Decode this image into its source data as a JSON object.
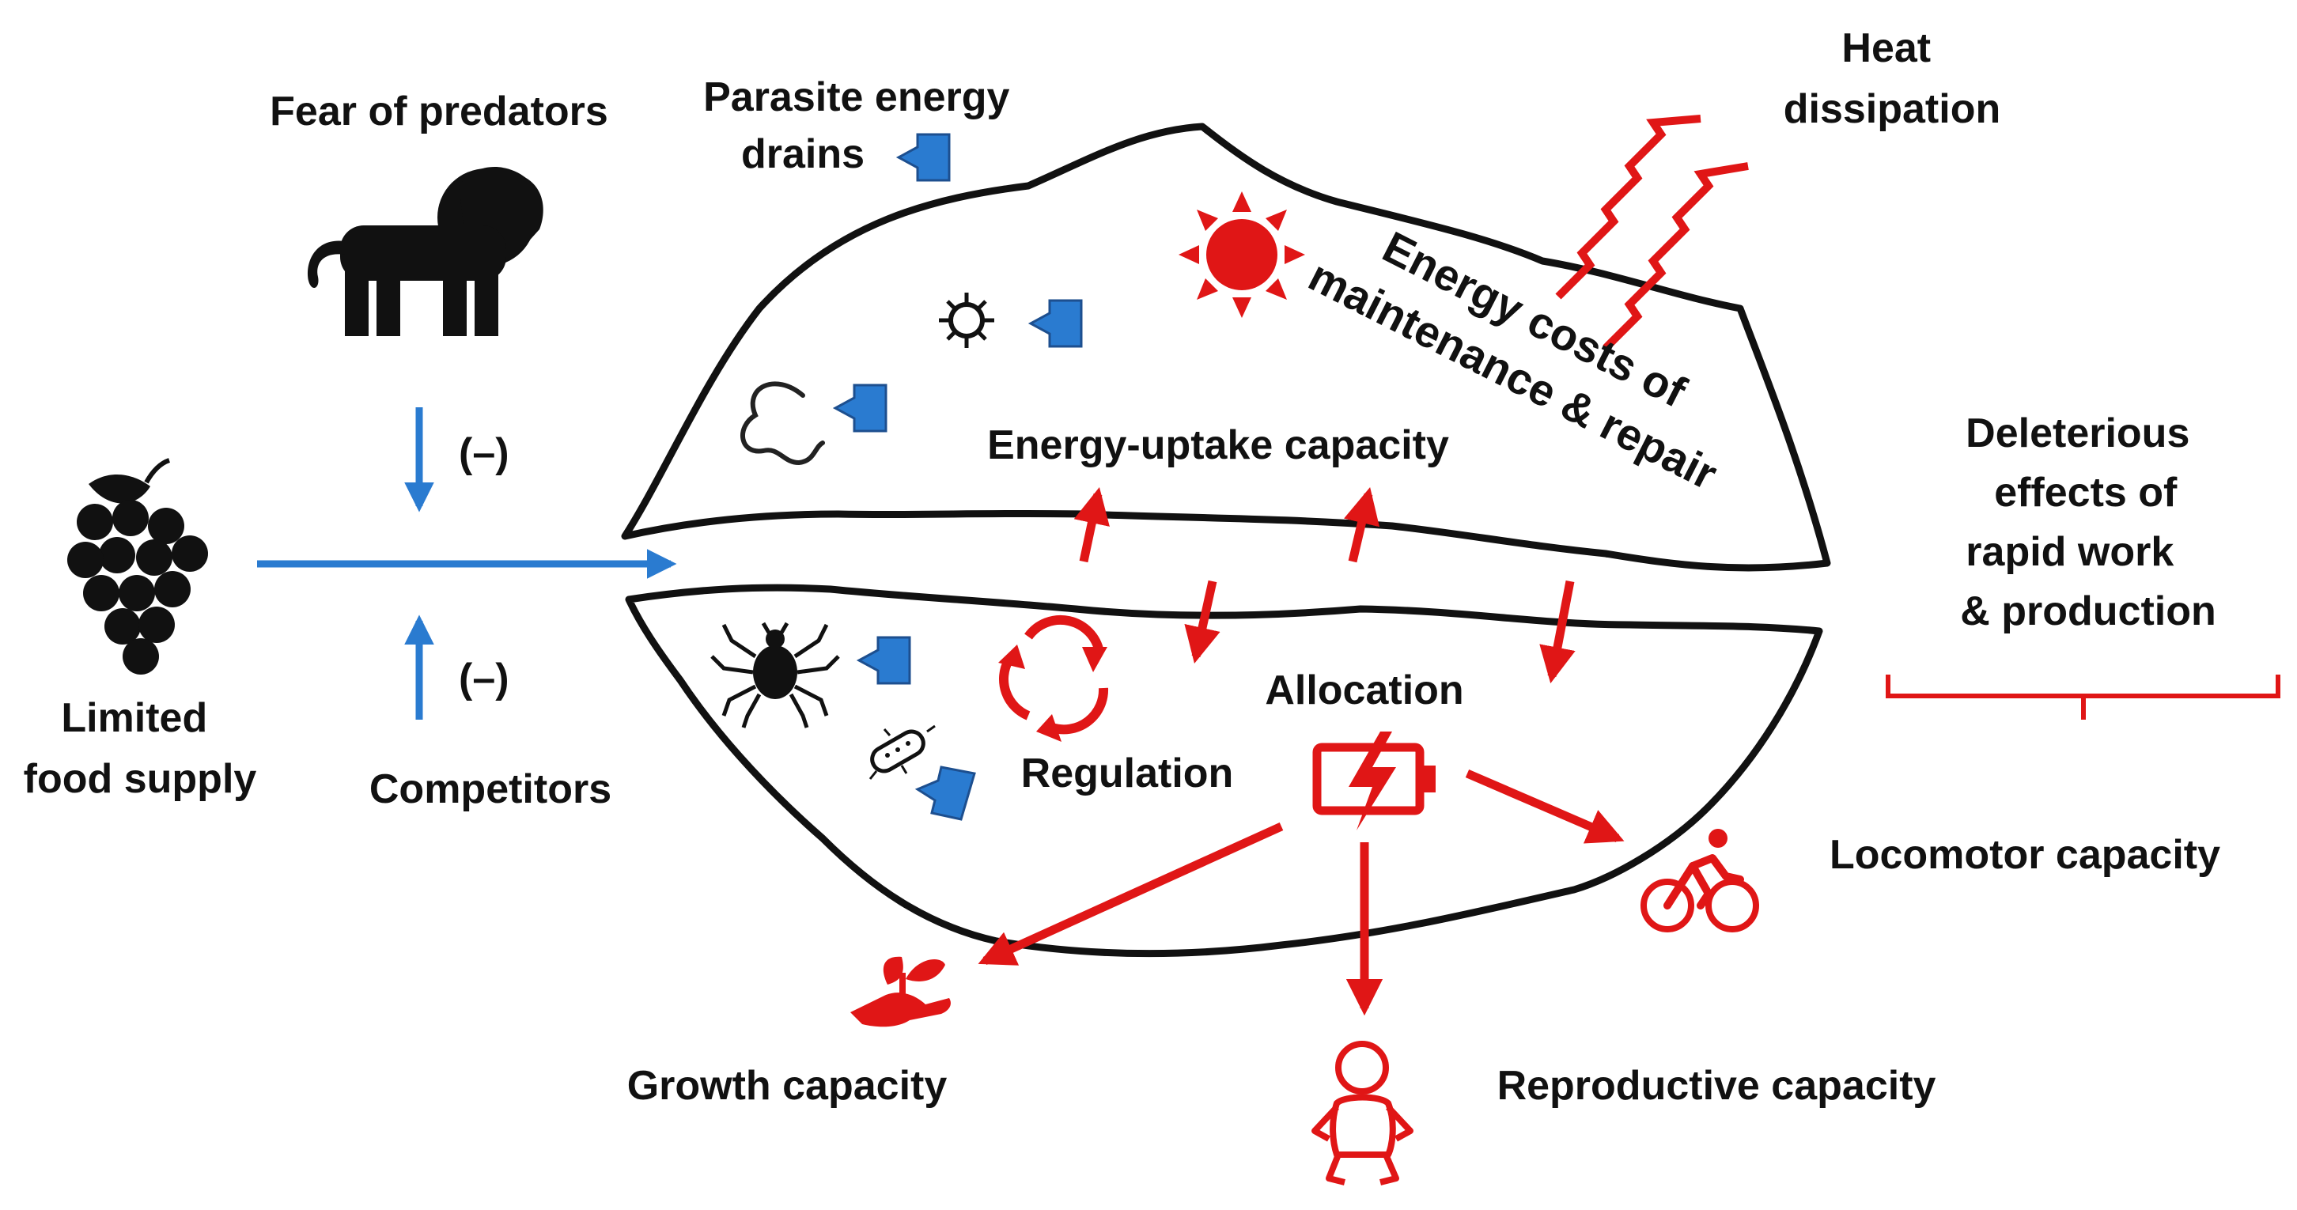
{
  "labels": {
    "fear_of_predators": "Fear of predators",
    "parasite_energy_drains": [
      "Parasite energy",
      "drains"
    ],
    "heat_dissipation": [
      "Heat",
      "dissipation"
    ],
    "energy_costs": [
      "Energy costs of",
      "maintenance & repair"
    ],
    "energy_uptake": "Energy-uptake capacity",
    "negative_sign_top": "(–)",
    "negative_sign_bottom": "(–)",
    "limited_food_supply": [
      "Limited",
      "food supply"
    ],
    "competitors": "Competitors",
    "regulation": "Regulation",
    "allocation": "Allocation",
    "deleterious_effects": [
      "Deleterious",
      "effects of",
      "rapid work",
      "& production"
    ],
    "locomotor_capacity": "Locomotor capacity",
    "growth_capacity": "Growth capacity",
    "reproductive_capacity": "Reproductive capacity"
  },
  "colors": {
    "blue": "#2a7bd0",
    "red": "#e01616",
    "black": "#111111"
  },
  "icons": [
    "lion-icon",
    "grapes-icon",
    "sun-icon",
    "heat-waves-icon",
    "virus-icon",
    "worm-icon",
    "tick-icon",
    "bacterium-icon",
    "cycle-arrows-icon",
    "battery-icon",
    "cyclist-icon",
    "plant-in-hand-icon",
    "baby-icon",
    "energy-drain-arrow-icon"
  ]
}
